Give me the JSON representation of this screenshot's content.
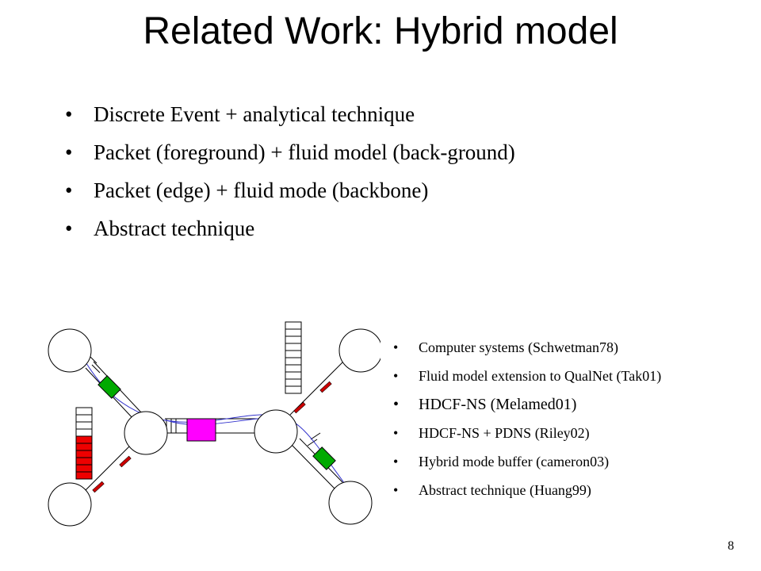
{
  "slide": {
    "title": "Related Work: Hybrid model",
    "bullets": [
      "Discrete Event + analytical technique",
      "Packet (foreground) + fluid model (back-ground)",
      "Packet (edge) + fluid mode (backbone)",
      "Abstract technique"
    ],
    "references": [
      "Computer systems (Schwetman78)",
      "Fluid model extension to QualNet (Tak01)",
      "HDCF-NS (Melamed01)",
      "HDCF-NS + PDNS (Riley02)",
      "Hybrid mode buffer (cameron03)",
      "Abstract technique (Huang99)"
    ],
    "bullet_symbol": "•",
    "page_number": "8"
  }
}
